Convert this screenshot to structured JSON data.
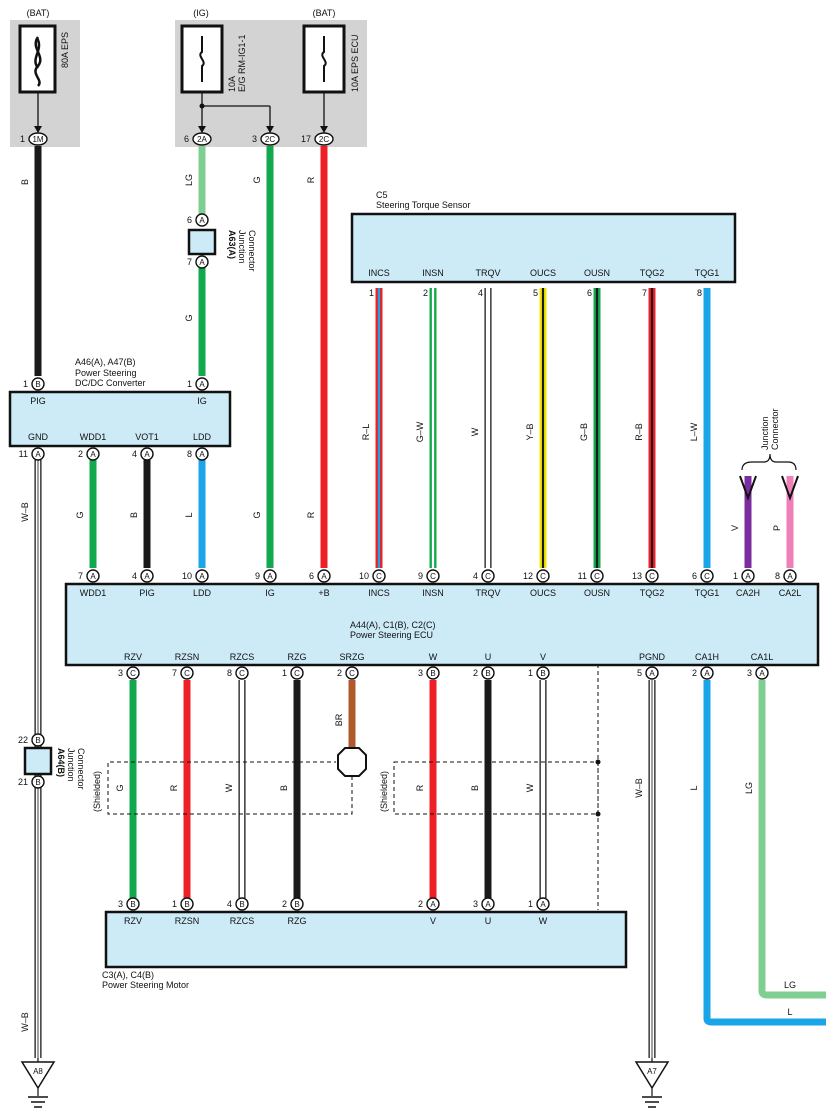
{
  "colors": {
    "black": "#1a1a1a",
    "green": "#12a94e",
    "lightgreen": "#7fcf92",
    "blue": "#1aa5e8",
    "red": "#ee2027",
    "yellow": "#f5e400",
    "brown": "#b05a2c",
    "violet": "#7b2c9e",
    "pink": "#ef7fb6",
    "white": "#ffffff",
    "ecu": "#cdeaf7",
    "shade": "#d3d3d3"
  },
  "power": {
    "bat1": "(BAT)",
    "ig": "(IG)",
    "bat2": "(BAT)",
    "fuse1": "80A EPS",
    "fuse2_line1": "10A",
    "fuse2_line2": "E/G RM-IG1-1",
    "fuse3": "10A EPS ECU"
  },
  "relay_pins": {
    "p1_num": "1",
    "p1_con": "1M",
    "p2_num": "6",
    "p2_con": "2A",
    "p3_num": "3",
    "p3_con": "2C",
    "p4_num": "17",
    "p4_con": "2C"
  },
  "sensor": {
    "code": "C5",
    "name": "Steering Torque Sensor",
    "pins": [
      {
        "label": "INCS",
        "num": "1",
        "wire": "R–L"
      },
      {
        "label": "INSN",
        "num": "2",
        "wire": "G–W"
      },
      {
        "label": "TRQV",
        "num": "4",
        "wire": "W"
      },
      {
        "label": "OUCS",
        "num": "5",
        "wire": "Y–B"
      },
      {
        "label": "OUSN",
        "num": "6",
        "wire": "G–B"
      },
      {
        "label": "TQG2",
        "num": "7",
        "wire": "R–B"
      },
      {
        "label": "TQG1",
        "num": "8",
        "wire": "L–W"
      }
    ]
  },
  "dcdc": {
    "code": "A46(A), A47(B)",
    "name1": "Power Steering",
    "name2": "DC/DC Converter",
    "top": [
      {
        "label": "PIG",
        "num": "1",
        "con": "B"
      },
      {
        "label": "IG",
        "num": "1",
        "con": "A"
      }
    ],
    "bottom": [
      {
        "label": "GND",
        "num": "11",
        "con": "A"
      },
      {
        "label": "WDD1",
        "num": "2",
        "con": "A"
      },
      {
        "label": "VOT1",
        "num": "4",
        "con": "A"
      },
      {
        "label": "LDD",
        "num": "8",
        "con": "A"
      }
    ]
  },
  "jc_a63": {
    "code": "A63(A)",
    "name1": "Junction",
    "name2": "Connector",
    "top_num": "6",
    "top_con": "A",
    "bot_num": "7",
    "bot_con": "A"
  },
  "jc_a64": {
    "code": "A64(B)",
    "name1": "Junction",
    "name2": "Connector",
    "top_num": "22",
    "top_con": "B",
    "bot_num": "21",
    "bot_con": "B"
  },
  "jc_side": {
    "name1": "Junction",
    "name2": "Connector"
  },
  "wire_labels": {
    "w_b_top": "B",
    "w_lg_top": "LG",
    "w_g_mid1": "G",
    "w_g_col2": "G",
    "w_r_col3": "R",
    "w_wb_left": "W–B",
    "w_g_wdd1": "G",
    "w_b_pig": "B",
    "w_l_ldd": "L",
    "w_g_ig": "G",
    "w_r_b": "R",
    "w_v": "V",
    "w_p": "P",
    "w_wb_left_low": "W–B",
    "w_br": "BR",
    "w_g_rzv": "G",
    "w_r_rzsn": "R",
    "w_w_rzcs": "W",
    "w_b_rzg": "B",
    "w_r_w": "R",
    "w_b_u": "B",
    "w_w_v": "W",
    "w_wb_pgnd": "W–B",
    "w_l_ca1h": "L",
    "w_lg_ca1l": "LG",
    "w_lg_right": "LG",
    "w_l_right": "L"
  },
  "shield": {
    "left": "(Shielded)",
    "right": "(Shielded)"
  },
  "ecu": {
    "code": "A44(A), C1(B), C2(C)",
    "name": "Power Steering ECU",
    "top": [
      {
        "num": "7",
        "con": "A",
        "label": "WDD1"
      },
      {
        "num": "4",
        "con": "A",
        "label": "PIG"
      },
      {
        "num": "10",
        "con": "A",
        "label": "LDD"
      },
      {
        "num": "9",
        "con": "A",
        "label": "IG"
      },
      {
        "num": "6",
        "con": "A",
        "label": "+B"
      },
      {
        "num": "10",
        "con": "C",
        "label": "INCS"
      },
      {
        "num": "9",
        "con": "C",
        "label": "INSN"
      },
      {
        "num": "4",
        "con": "C",
        "label": "TRQV"
      },
      {
        "num": "12",
        "con": "C",
        "label": "OUCS"
      },
      {
        "num": "11",
        "con": "C",
        "label": "OUSN"
      },
      {
        "num": "13",
        "con": "C",
        "label": "TQG2"
      },
      {
        "num": "6",
        "con": "C",
        "label": "TQG1"
      },
      {
        "num": "1",
        "con": "A",
        "label": "CA2H"
      },
      {
        "num": "8",
        "con": "A",
        "label": "CA2L"
      }
    ],
    "bottom": [
      {
        "num": "3",
        "con": "C",
        "label": "RZV"
      },
      {
        "num": "7",
        "con": "C",
        "label": "RZSN"
      },
      {
        "num": "8",
        "con": "C",
        "label": "RZCS"
      },
      {
        "num": "1",
        "con": "C",
        "label": "RZG"
      },
      {
        "num": "2",
        "con": "C",
        "label": "SRZG"
      },
      {
        "num": "3",
        "con": "B",
        "label": "W"
      },
      {
        "num": "2",
        "con": "B",
        "label": "U"
      },
      {
        "num": "1",
        "con": "B",
        "label": "V"
      },
      {
        "num": "5",
        "con": "A",
        "label": "PGND"
      },
      {
        "num": "2",
        "con": "A",
        "label": "CA1H"
      },
      {
        "num": "3",
        "con": "A",
        "label": "CA1L"
      }
    ]
  },
  "motor": {
    "code": "C3(A), C4(B)",
    "name": "Power Steering Motor",
    "pins": [
      {
        "num": "3",
        "con": "B",
        "label": "RZV"
      },
      {
        "num": "1",
        "con": "B",
        "label": "RZSN"
      },
      {
        "num": "4",
        "con": "B",
        "label": "RZCS"
      },
      {
        "num": "2",
        "con": "B",
        "label": "RZG"
      },
      {
        "num": "2",
        "con": "A",
        "label": "V"
      },
      {
        "num": "3",
        "con": "A",
        "label": "U"
      },
      {
        "num": "1",
        "con": "A",
        "label": "W"
      }
    ]
  },
  "grounds": {
    "g1": "A8",
    "g2": "A7"
  }
}
